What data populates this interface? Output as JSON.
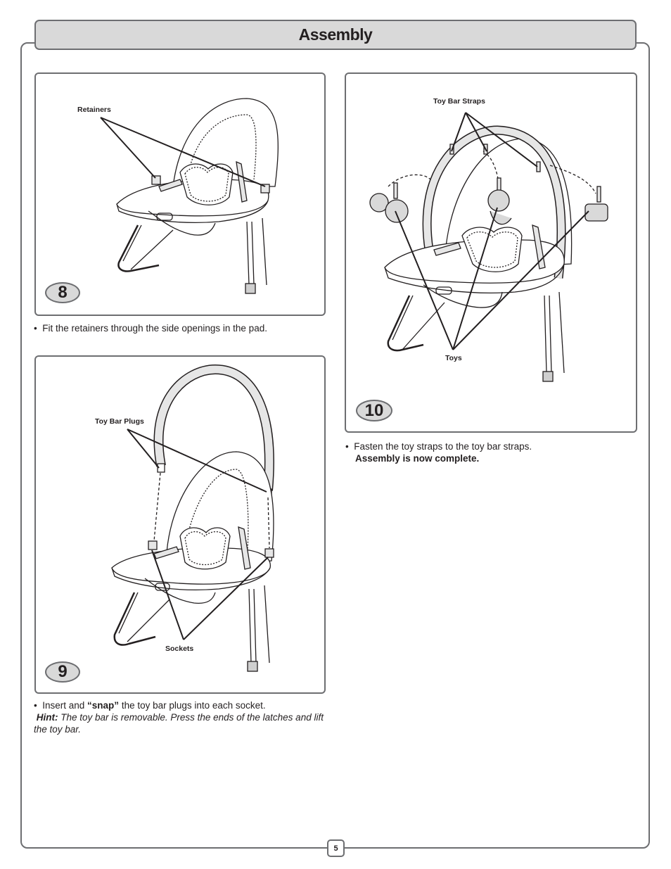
{
  "header": {
    "title": "Assembly"
  },
  "steps": [
    {
      "number": "8",
      "callouts": {
        "retainers": "Retainers"
      },
      "instruction": {
        "bullet": "•",
        "text": "Fit the retainers through the side openings in the pad."
      }
    },
    {
      "number": "9",
      "callouts": {
        "toy_bar_plugs": "Toy Bar Plugs",
        "sockets": "Sockets"
      },
      "instruction": {
        "bullet": "•",
        "text_before": "Insert and ",
        "emphasis": "“snap”",
        "text_after": " the toy bar plugs into each socket.",
        "hint_label": "Hint:",
        "hint_text": " The toy bar is removable. Press the ends of the latches and lift the toy bar."
      }
    },
    {
      "number": "10",
      "callouts": {
        "toy_bar_straps": "Toy Bar Straps",
        "toys": "Toys"
      },
      "instruction": {
        "bullet": "•",
        "text": "Fasten the toy straps to the toy bar straps.",
        "bold_text": "Assembly is now complete."
      }
    }
  ],
  "footer": {
    "page_number": "5"
  }
}
